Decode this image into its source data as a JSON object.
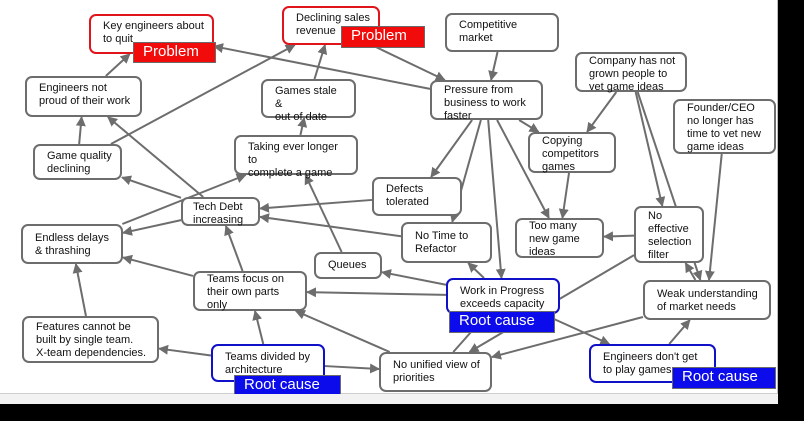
{
  "diagram": {
    "title": "",
    "nodes": [
      {
        "id": "key-engineers-quit",
        "text": "Key engineers about\nto quit",
        "kind": "problem"
      },
      {
        "id": "declining-sales",
        "text": "Declining sales\nrevenue",
        "kind": "problem"
      },
      {
        "id": "competitive-market",
        "text": "Competitive\nmarket",
        "kind": "normal"
      },
      {
        "id": "engineers-not-proud",
        "text": "Engineers not\nproud of their work",
        "kind": "normal"
      },
      {
        "id": "games-stale",
        "text": "Games stale &\nout of date",
        "kind": "normal"
      },
      {
        "id": "pressure-from-business",
        "text": "Pressure from\nbusiness to work\nfaster",
        "kind": "normal"
      },
      {
        "id": "company-not-grown",
        "text": "Company has not\ngrown people to\nvet game ideas",
        "kind": "normal"
      },
      {
        "id": "founder-ceo",
        "text": "Founder/CEO\nno longer has\ntime to vet new\ngame ideas",
        "kind": "normal"
      },
      {
        "id": "game-quality-declining",
        "text": "Game quality\ndeclining",
        "kind": "normal"
      },
      {
        "id": "taking-longer",
        "text": "Taking ever longer to\ncomplete a game",
        "kind": "normal"
      },
      {
        "id": "copying-competitors",
        "text": "Copying\ncompetitors\ngames",
        "kind": "normal"
      },
      {
        "id": "defects-tolerated",
        "text": "Defects\ntolerated",
        "kind": "normal"
      },
      {
        "id": "tech-debt",
        "text": "Tech Debt\nincreasing",
        "kind": "normal"
      },
      {
        "id": "endless-delays",
        "text": "Endless delays\n& thrashing",
        "kind": "normal"
      },
      {
        "id": "no-time-refactor",
        "text": "No Time to\nRefactor",
        "kind": "normal"
      },
      {
        "id": "too-many-ideas",
        "text": "Too many\nnew game\nideas",
        "kind": "normal"
      },
      {
        "id": "no-selection-filter",
        "text": "No\neffective\nselection\nfilter",
        "kind": "normal"
      },
      {
        "id": "queues",
        "text": "Queues",
        "kind": "normal"
      },
      {
        "id": "teams-focus-own",
        "text": "Teams focus on\ntheir own parts\nonly",
        "kind": "normal"
      },
      {
        "id": "wip-exceeds",
        "text": "Work in Progress\nexceeds capacity",
        "kind": "root"
      },
      {
        "id": "weak-understanding",
        "text": "Weak understanding\nof market needs",
        "kind": "normal"
      },
      {
        "id": "features-cannot",
        "text": "Features cannot be\nbuilt by single team.\nX-team dependencies.",
        "kind": "normal"
      },
      {
        "id": "teams-divided",
        "text": "Teams divided by\narchitecture",
        "kind": "root"
      },
      {
        "id": "no-unified-view",
        "text": "No unified view of\npriorities",
        "kind": "normal"
      },
      {
        "id": "engineers-dont-play",
        "text": "Engineers don't get\nto play games",
        "kind": "root"
      }
    ],
    "tags": {
      "problem": "Problem",
      "root": "Root cause"
    },
    "edges": [
      [
        "engineers-not-proud",
        "key-engineers-quit"
      ],
      [
        "pressure-from-business",
        "key-engineers-quit"
      ],
      [
        "game-quality-declining",
        "engineers-not-proud"
      ],
      [
        "tech-debt",
        "engineers-not-proud"
      ],
      [
        "game-quality-declining",
        "declining-sales"
      ],
      [
        "games-stale",
        "declining-sales"
      ],
      [
        "declining-sales",
        "pressure-from-business"
      ],
      [
        "competitive-market",
        "pressure-from-business"
      ],
      [
        "taking-longer",
        "games-stale"
      ],
      [
        "endless-delays",
        "taking-longer"
      ],
      [
        "tech-debt",
        "game-quality-declining"
      ],
      [
        "queues",
        "taking-longer"
      ],
      [
        "pressure-from-business",
        "defects-tolerated"
      ],
      [
        "pressure-from-business",
        "no-time-refactor"
      ],
      [
        "pressure-from-business",
        "wip-exceeds"
      ],
      [
        "pressure-from-business",
        "too-many-ideas"
      ],
      [
        "pressure-from-business",
        "copying-competitors"
      ],
      [
        "company-not-grown",
        "copying-competitors"
      ],
      [
        "company-not-grown",
        "no-selection-filter"
      ],
      [
        "company-not-grown",
        "weak-understanding"
      ],
      [
        "founder-ceo",
        "weak-understanding"
      ],
      [
        "copying-competitors",
        "too-many-ideas"
      ],
      [
        "no-selection-filter",
        "too-many-ideas"
      ],
      [
        "defects-tolerated",
        "tech-debt"
      ],
      [
        "no-time-refactor",
        "tech-debt"
      ],
      [
        "tech-debt",
        "endless-delays"
      ],
      [
        "teams-focus-own",
        "tech-debt"
      ],
      [
        "teams-focus-own",
        "endless-delays"
      ],
      [
        "features-cannot",
        "endless-delays"
      ],
      [
        "wip-exceeds",
        "queues"
      ],
      [
        "wip-exceeds",
        "no-time-refactor"
      ],
      [
        "wip-exceeds",
        "teams-focus-own"
      ],
      [
        "wip-exceeds",
        "engineers-dont-play"
      ],
      [
        "teams-divided",
        "teams-focus-own"
      ],
      [
        "teams-divided",
        "features-cannot"
      ],
      [
        "teams-divided",
        "no-unified-view"
      ],
      [
        "no-unified-view",
        "teams-focus-own"
      ],
      [
        "no-unified-view",
        "wip-exceeds"
      ],
      [
        "no-selection-filter",
        "no-unified-view"
      ],
      [
        "weak-understanding",
        "no-unified-view"
      ],
      [
        "weak-understanding",
        "no-selection-filter"
      ],
      [
        "engineers-dont-play",
        "weak-understanding"
      ]
    ]
  },
  "colors": {
    "problem": "#f20b0b",
    "root": "#0b0bec",
    "edge": "#6d6d6d"
  }
}
